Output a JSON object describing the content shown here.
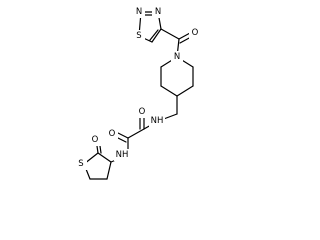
{
  "molecule": {
    "atoms": {
      "n_ring1": "N",
      "n_ring2": "N",
      "s_ring": "S",
      "o_carbonyl": "O",
      "n_piperidine": "N",
      "nh_amide1": "NH",
      "o_oxalyl1": "O",
      "o_oxalyl2": "O",
      "nh_amide2": "NH",
      "o_thiolactone": "O",
      "s_thiolactone": "S"
    }
  }
}
